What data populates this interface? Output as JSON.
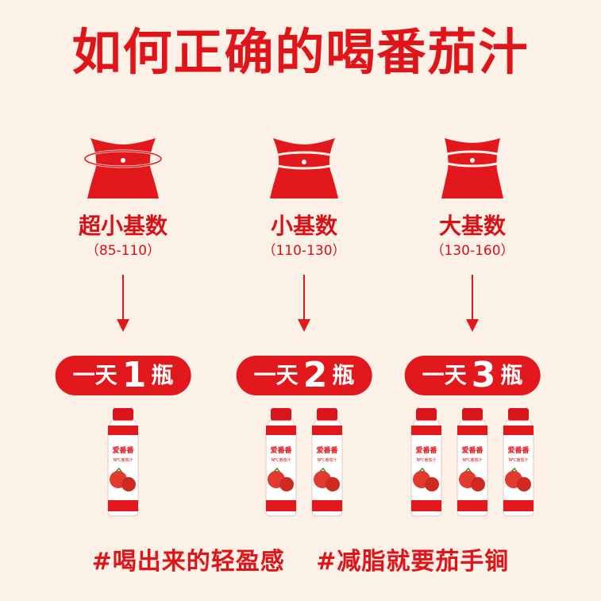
{
  "title": "如何正确的喝番茄汁",
  "colors": {
    "accent": "#e01419",
    "background": "#fbf1e6"
  },
  "columns": [
    {
      "label": "超小基数",
      "range": "（85-110）",
      "badge_prefix": "一天",
      "badge_number": "1",
      "badge_suffix": "瓶",
      "bottle_count": 1
    },
    {
      "label": "小基数",
      "range": "（110-130）",
      "badge_prefix": "一天",
      "badge_number": "2",
      "badge_suffix": "瓶",
      "bottle_count": 2
    },
    {
      "label": "大基数",
      "range": "（130-160）",
      "badge_prefix": "一天",
      "badge_number": "3",
      "badge_suffix": "瓶",
      "bottle_count": 3
    }
  ],
  "bottle": {
    "brand": "爱番番",
    "product": "NFC番茄汁"
  },
  "hashtags": [
    "#喝出来的轻盈感",
    "#减脂就要茄手锏"
  ]
}
